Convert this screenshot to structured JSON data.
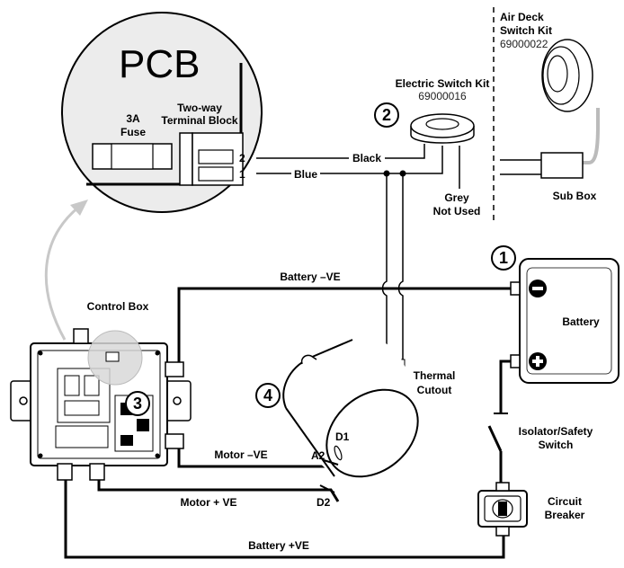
{
  "pcb": {
    "title": "PCB",
    "fuse_rating": "3A",
    "fuse_word": "Fuse",
    "terminal_line1": "Two-way",
    "terminal_line2": "Terminal Block",
    "pin2": "2",
    "pin1": "1"
  },
  "wires": {
    "black": "Black",
    "blue": "Blue",
    "battery_neg": "Battery –VE",
    "motor_neg": "Motor –VE",
    "motor_pos": "Motor + VE",
    "battery_pos": "Battery +VE"
  },
  "electric_switch": {
    "line1": "Electric Switch Kit",
    "code": "69000016"
  },
  "grey": {
    "line1": "Grey",
    "line2": "Not Used"
  },
  "air_deck": {
    "line1": "Air Deck",
    "line2": "Switch Kit",
    "code": "69000022"
  },
  "sub_box": "Sub Box",
  "battery": "Battery",
  "control_box": "Control Box",
  "thermal": {
    "line1": "Thermal",
    "line2": "Cutout"
  },
  "isolator": {
    "line1": "Isolator/Safety",
    "line2": "Switch"
  },
  "breaker": {
    "line1": "Circuit",
    "line2": "Breaker"
  },
  "motor_terminals": {
    "a2": "A2",
    "d1": "D1",
    "d2": "D2"
  },
  "callouts": {
    "n1": "1",
    "n2": "2",
    "n3": "3",
    "n4": "4"
  }
}
